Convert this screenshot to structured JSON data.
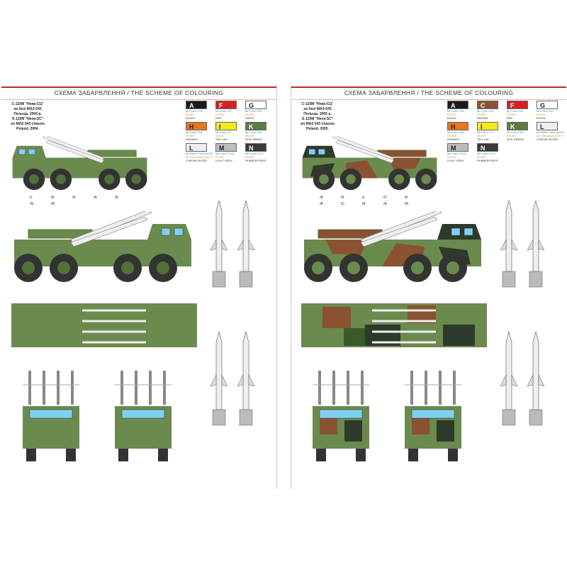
{
  "pages": [
    {
      "title": "СХЕМА ЗАБАРВЛЕННЯ / THE SCHEME OF COLOURING",
      "caption": [
        "С-125М \"Нева-СЦ\"",
        "на базі МАЗ-543",
        "Польща, 2004 р.",
        "S-125M \"Neva-SC\"",
        "on MAZ-543 chassis",
        "Poland, 2004."
      ],
      "camo": false,
      "paints": [
        {
          "code": "A",
          "mr": "Mr.Color C33",
          "ak": "RC001",
          "name": "BLACK",
          "color": "#1a1a1a",
          "fg": "#fff"
        },
        {
          "code": "F",
          "mr": "Mr.Color C47",
          "ak": "RC503",
          "name": "RED",
          "color": "#d42020",
          "fg": "#fff"
        },
        {
          "code": "G",
          "mr": "Mr.Color C62",
          "ak": "RC004",
          "name": "WHITE",
          "color": "#ffffff",
          "fg": "#222"
        },
        {
          "code": "H",
          "mr": "Mr.Color C58",
          "ak": "RC004",
          "name": "ORANGE",
          "color": "#e8761c",
          "fg": "#222"
        },
        {
          "code": "I",
          "mr": "Mr.Color C4",
          "ak": "RC007",
          "name": "YELLOW",
          "color": "#f2ea1c",
          "fg": "#222"
        },
        {
          "code": "K",
          "mr": "Mr.Color C59",
          "ak": "RC300",
          "name": "RUS GREEN",
          "color": "#5f7a45",
          "fg": "#fff"
        },
        {
          "code": "L",
          "mr": "Mr.Metal Color MC28",
          "ak": "AK Interactive AK477",
          "name": "CHROM SILVER",
          "color": "#eeeeee",
          "fg": "#222"
        },
        {
          "code": "M",
          "mr": "Mr.Color C338",
          "ak": "RC253",
          "name": "LIGHT GREY",
          "color": "#bdbdbd",
          "fg": "#222"
        },
        {
          "code": "N",
          "mr": "Mr.Color C137",
          "ak": "RC032",
          "name": "RUBBER/TIRES",
          "color": "#3a3a3a",
          "fg": "#fff"
        }
      ],
      "callouts": [
        "/L",
        "/K",
        "/K",
        "/A",
        "/A",
        "/N",
        "/N"
      ]
    },
    {
      "title": "СХЕМА ЗАБАРВЛЕННЯ / THE SCHEME OF COLOURING",
      "caption": [
        "С-125М \"Нева-СЦ\"",
        "на базі МАЗ-543",
        "Польща, 2005 р.",
        "S-125M \"Neva-SC\"",
        "on MAZ-543 chassis",
        "Poland, 2005."
      ],
      "camo": true,
      "paints": [
        {
          "code": "A",
          "mr": "Mr.Color C33",
          "ak": "RC001",
          "name": "BLACK",
          "color": "#1a1a1a",
          "fg": "#fff"
        },
        {
          "code": "C",
          "mr": "Mr.Color C41",
          "ak": "RC081",
          "name": "BROWN",
          "color": "#8a5230",
          "fg": "#fff"
        },
        {
          "code": "F",
          "mr": "Mr.Color C47",
          "ak": "RC503",
          "name": "RED",
          "color": "#d42020",
          "fg": "#fff"
        },
        {
          "code": "G",
          "mr": "Mr.Color C62",
          "ak": "RC004",
          "name": "WHITE",
          "color": "#ffffff",
          "fg": "#222"
        },
        {
          "code": "H",
          "mr": "Mr.Color C58",
          "ak": "RC004",
          "name": "ORANGE",
          "color": "#e8761c",
          "fg": "#222"
        },
        {
          "code": "I",
          "mr": "Mr.Color C4",
          "ak": "RC007",
          "name": "YELLOW",
          "color": "#f2ea1c",
          "fg": "#222"
        },
        {
          "code": "K",
          "mr": "Mr.Color C59",
          "ak": "RC300",
          "name": "RUS GREEN",
          "color": "#5f7a45",
          "fg": "#fff"
        },
        {
          "code": "L",
          "mr": "Mr.Metal Color MC28",
          "ak": "AK Interactive AK477",
          "name": "CHROM SILVER",
          "color": "#eeeeee",
          "fg": "#222"
        },
        {
          "code": "M",
          "mr": "Mr.Color C338",
          "ak": "RC253",
          "name": "LIGHT GREY",
          "color": "#bdbdbd",
          "fg": "#222"
        },
        {
          "code": "N",
          "mr": "Mr.Color C137",
          "ak": "RC032",
          "name": "RUBBER/TIRES",
          "color": "#3a3a3a",
          "fg": "#fff"
        }
      ],
      "callouts": [
        "/A",
        "/K",
        "/L",
        "/C",
        "/K",
        "/A",
        "/C",
        "/K",
        "/A",
        "/N"
      ]
    }
  ]
}
